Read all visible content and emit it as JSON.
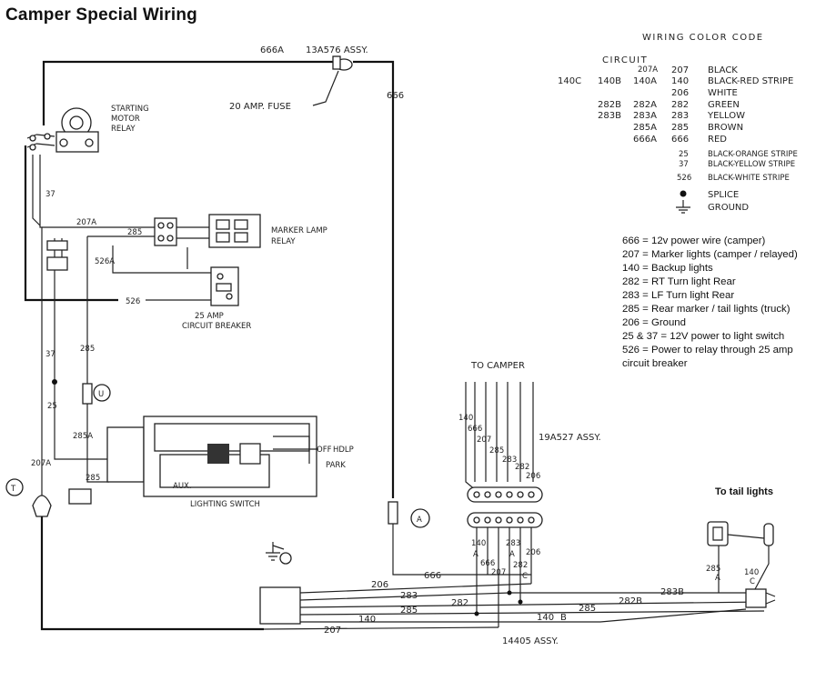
{
  "title": "Camper Special Wiring",
  "color_code": {
    "heading": "WIRING COLOR CODE",
    "circuit_heading": "CIRCUIT",
    "rows": [
      {
        "c1": "",
        "c2": "",
        "c3": "207A",
        "num": "207",
        "color": "BLACK"
      },
      {
        "c1": "140C",
        "c2": "140B",
        "c3": "140A",
        "num": "140",
        "color": "BLACK-RED STRIPE"
      },
      {
        "c1": "",
        "c2": "",
        "c3": "",
        "num": "206",
        "color": "WHITE"
      },
      {
        "c1": "",
        "c2": "282B",
        "c3": "282A",
        "num": "282",
        "color": "GREEN"
      },
      {
        "c1": "",
        "c2": "283B",
        "c3": "283A",
        "num": "283",
        "color": "YELLOW"
      },
      {
        "c1": "",
        "c2": "",
        "c3": "285A",
        "num": "285",
        "color": "BROWN"
      },
      {
        "c1": "",
        "c2": "",
        "c3": "666A",
        "num": "666",
        "color": "RED"
      },
      {
        "c1": "",
        "c2": "",
        "c3": "",
        "num": "25",
        "color": "BLACK-ORANGE STRIPE"
      },
      {
        "c1": "",
        "c2": "",
        "c3": "",
        "num": "37",
        "color": "BLACK-YELLOW STRIPE"
      },
      {
        "c1": "",
        "c2": "",
        "c3": "",
        "num": "526",
        "color": "BLACK-WHITE STRIPE"
      }
    ],
    "splice": "SPLICE",
    "ground": "GROUND"
  },
  "notes": [
    "666 = 12v power wire (camper)",
    "207 = Marker lights (camper / relayed)",
    "140 = Backup lights",
    "282 = RT Turn light Rear",
    "283 = LF Turn light  Rear",
    "285 = Rear marker / tail lights (truck)",
    "206 = Ground",
    "25 & 37 = 12V power to light switch",
    "526 = Power to relay through 25 amp",
    "circuit breaker"
  ],
  "labels": {
    "wire_666a": "666A",
    "assy_13a576": "13A576 ASSY.",
    "fuse": "20 AMP. FUSE",
    "wire_666": "666",
    "starting_relay": [
      "STARTING",
      "MOTOR",
      "RELAY"
    ],
    "marker_relay": [
      "MARKER LAMP",
      "RELAY"
    ],
    "breaker": [
      "25 AMP",
      "CIRCUIT BREAKER"
    ],
    "lighting_switch": "LIGHTING SWITCH",
    "switch_off": "OFF",
    "switch_hdlp": "HDLP",
    "switch_park": "PARK",
    "switch_aux": "AUX.",
    "to_camper": "TO CAMPER",
    "assy_19a527": "19A527 ASSY.",
    "to_tail_lights": "To tail lights",
    "assy_14405": "14405 ASSY.",
    "marker_t": "T",
    "marker_u": "U",
    "marker_a": "A"
  },
  "wire_labels": {
    "w37": "37",
    "w207a_top": "207A",
    "w285_relay": "285",
    "w526a": "526A",
    "w526": "526",
    "w285_mid": "285",
    "w37_mid": "37",
    "w25": "25",
    "w285a": "285A",
    "w207a_left": "207A",
    "w285_sw": "285",
    "camper": [
      "140",
      "666",
      "207",
      "285",
      "283",
      "282",
      "206"
    ],
    "conn_lower": [
      "140",
      "A",
      "666",
      "207",
      "283",
      "A",
      "282",
      "C",
      "206"
    ],
    "w206": "206",
    "w666": "666",
    "w283": "283",
    "w282": "282",
    "w285": "285",
    "w140": "140",
    "w207": "207",
    "w283b": "283B",
    "w282b": "282B",
    "w285_tail": "285",
    "w140b": "140",
    "b_label": "B",
    "tail_285": "285",
    "tail_a": "A",
    "tail_140": "140",
    "tail_c": "C"
  }
}
